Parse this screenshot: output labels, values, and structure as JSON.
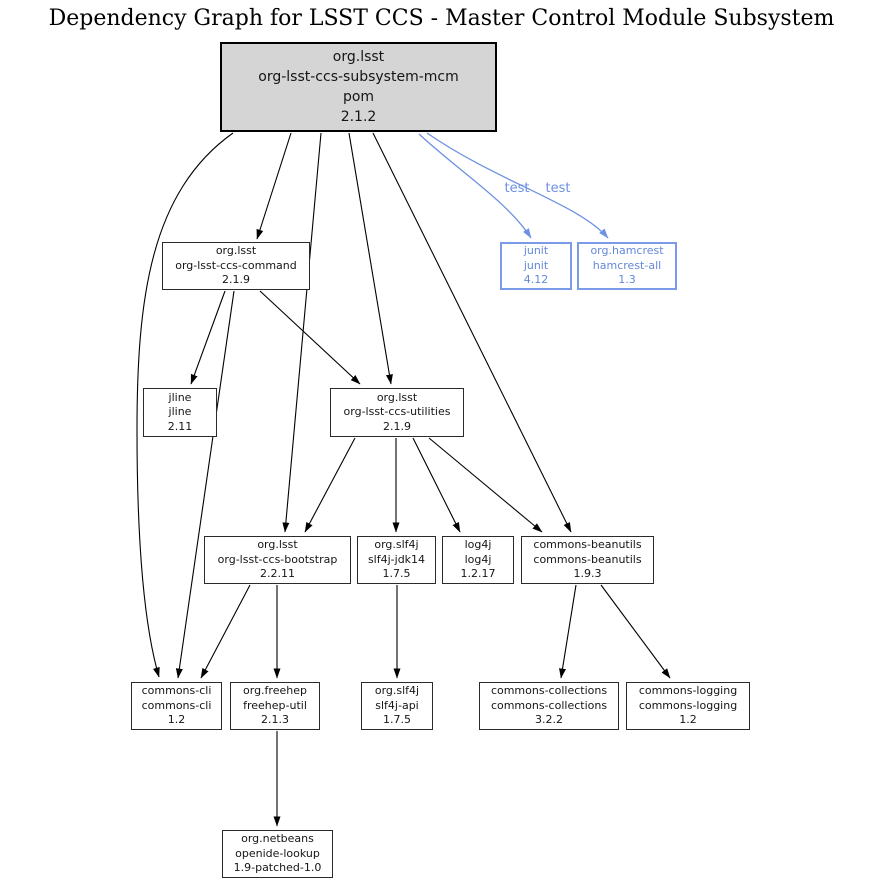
{
  "title": "Dependency Graph for LSST CCS - Master Control Module Subsystem",
  "colors": {
    "root_node_fill": "#d5d5d5",
    "node_border": "#2b2b2b",
    "edge_black": "#000000",
    "test_blue": "#6e91e4",
    "background": "#ffffff"
  },
  "test_label": "test",
  "nodes": {
    "mcm": {
      "group": "org.lsst",
      "artifact": "org-lsst-ccs-subsystem-mcm",
      "packaging": "pom",
      "version": "2.1.2"
    },
    "command": {
      "group": "org.lsst",
      "artifact": "org-lsst-ccs-command",
      "version": "2.1.9"
    },
    "junit": {
      "group": "junit",
      "artifact": "junit",
      "version": "4.12"
    },
    "hamcrest": {
      "group": "org.hamcrest",
      "artifact": "hamcrest-all",
      "version": "1.3"
    },
    "jline": {
      "group": "jline",
      "artifact": "jline",
      "version": "2.11"
    },
    "utilities": {
      "group": "org.lsst",
      "artifact": "org-lsst-ccs-utilities",
      "version": "2.1.9"
    },
    "bootstrap": {
      "group": "org.lsst",
      "artifact": "org-lsst-ccs-bootstrap",
      "version": "2.2.11"
    },
    "slf4j_jdk14": {
      "group": "org.slf4j",
      "artifact": "slf4j-jdk14",
      "version": "1.7.5"
    },
    "log4j": {
      "group": "log4j",
      "artifact": "log4j",
      "version": "1.2.17"
    },
    "beanutils": {
      "group": "commons-beanutils",
      "artifact": "commons-beanutils",
      "version": "1.9.3"
    },
    "commons_cli": {
      "group": "commons-cli",
      "artifact": "commons-cli",
      "version": "1.2"
    },
    "freehep": {
      "group": "org.freehep",
      "artifact": "freehep-util",
      "version": "2.1.3"
    },
    "slf4j_api": {
      "group": "org.slf4j",
      "artifact": "slf4j-api",
      "version": "1.7.5"
    },
    "collections": {
      "group": "commons-collections",
      "artifact": "commons-collections",
      "version": "3.2.2"
    },
    "logging": {
      "group": "commons-logging",
      "artifact": "commons-logging",
      "version": "1.2"
    },
    "openide": {
      "group": "org.netbeans",
      "artifact": "openide-lookup",
      "version": "1.9-patched-1.0"
    }
  },
  "edges": [
    {
      "from": "org-lsst-ccs-subsystem-mcm",
      "to": "org-lsst-ccs-command"
    },
    {
      "from": "org-lsst-ccs-subsystem-mcm",
      "to": "commons-cli"
    },
    {
      "from": "org-lsst-ccs-subsystem-mcm",
      "to": "org-lsst-ccs-utilities"
    },
    {
      "from": "org-lsst-ccs-subsystem-mcm",
      "to": "org-lsst-ccs-bootstrap"
    },
    {
      "from": "org-lsst-ccs-subsystem-mcm",
      "to": "commons-beanutils"
    },
    {
      "from": "org-lsst-ccs-subsystem-mcm",
      "to": "junit",
      "label": "test"
    },
    {
      "from": "org-lsst-ccs-subsystem-mcm",
      "to": "hamcrest-all",
      "label": "test"
    },
    {
      "from": "org-lsst-ccs-command",
      "to": "jline"
    },
    {
      "from": "org-lsst-ccs-command",
      "to": "commons-cli"
    },
    {
      "from": "org-lsst-ccs-command",
      "to": "org-lsst-ccs-utilities"
    },
    {
      "from": "org-lsst-ccs-utilities",
      "to": "org-lsst-ccs-bootstrap"
    },
    {
      "from": "org-lsst-ccs-utilities",
      "to": "slf4j-jdk14"
    },
    {
      "from": "org-lsst-ccs-utilities",
      "to": "log4j"
    },
    {
      "from": "org-lsst-ccs-utilities",
      "to": "commons-beanutils"
    },
    {
      "from": "org-lsst-ccs-bootstrap",
      "to": "commons-cli"
    },
    {
      "from": "org-lsst-ccs-bootstrap",
      "to": "freehep-util"
    },
    {
      "from": "slf4j-jdk14",
      "to": "slf4j-api"
    },
    {
      "from": "commons-beanutils",
      "to": "commons-collections"
    },
    {
      "from": "commons-beanutils",
      "to": "commons-logging"
    },
    {
      "from": "freehep-util",
      "to": "openide-lookup"
    }
  ]
}
